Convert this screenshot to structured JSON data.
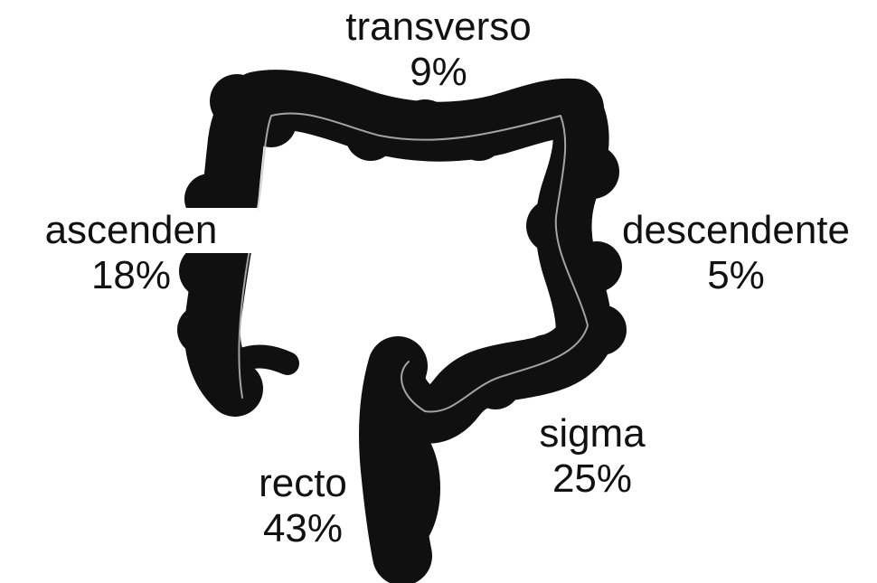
{
  "colors": {
    "organ": "#101010",
    "organ_mid": "#2a2a2a",
    "lumen_line": "#c8c8c8",
    "text": "#111111",
    "background": "#ffffff"
  },
  "segments": [
    {
      "id": "transverso",
      "name": "transverso",
      "percent": "9%"
    },
    {
      "id": "ascendente",
      "name": "ascenden",
      "percent": "18%"
    },
    {
      "id": "descendente",
      "name": "descendente",
      "percent": "5%"
    },
    {
      "id": "sigma",
      "name": "sigma",
      "percent": "25%"
    },
    {
      "id": "recto",
      "name": "recto",
      "percent": "43%"
    }
  ]
}
